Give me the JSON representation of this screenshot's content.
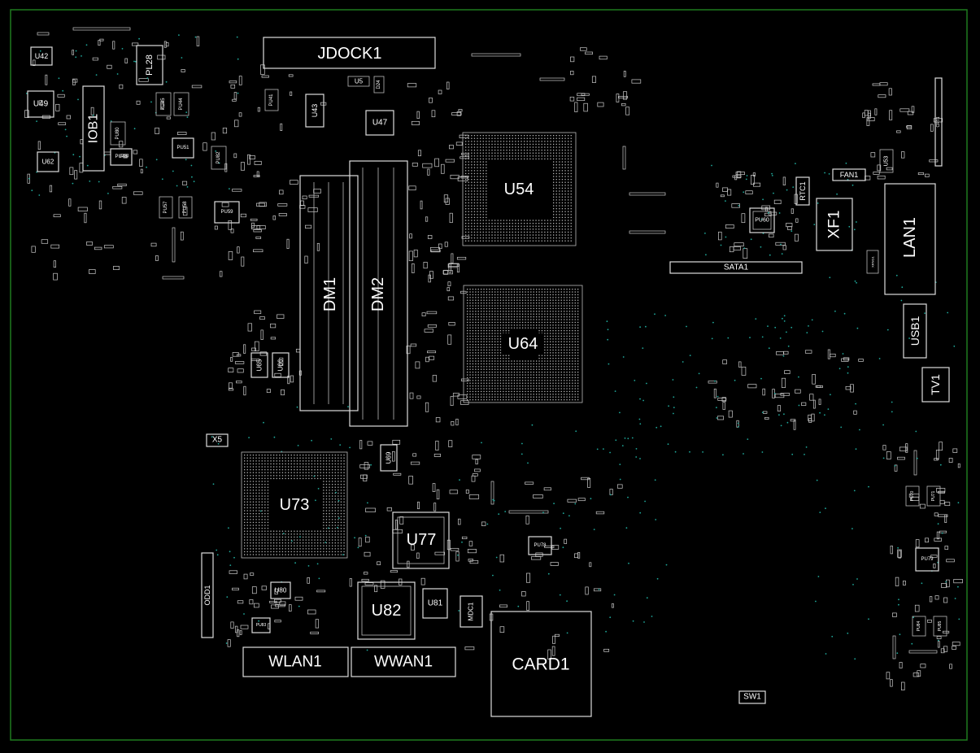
{
  "board": {
    "edge_color": "#1f7a1f",
    "background": "#000000",
    "silkscreen_color": "#ffffff",
    "via_color": "#1fa89a"
  },
  "labels": {
    "jdock1": "JDOCK1",
    "u5": "U5",
    "d24": "D24",
    "u42": "U42",
    "pl28": "PL28",
    "u49": "U49",
    "iob1": "IOB1",
    "u62": "U62",
    "pu80": "PU80",
    "pu48": "PU48",
    "pu45": "PU45",
    "pu44": "PU44",
    "pu51": "PU51",
    "pu82": "PU82",
    "pu57": "PU57",
    "pu58": "PU58",
    "pu59": "PU59",
    "pu41": "PU41",
    "u43": "U43",
    "u47": "U47",
    "u54": "U54",
    "dm1": "DM1",
    "dm2": "DM2",
    "u64": "U64",
    "u65": "U65",
    "u66": "U66",
    "sata1": "SATA1",
    "pu60": "PU60",
    "rtc1": "RTC1",
    "xf1": "XF1",
    "fan1": "FAN1",
    "u53": "U53",
    "lan1": "LAN1",
    "crt1": "CRT1",
    "xrng1": "XRNG1",
    "usb1": "USB1",
    "tv1": "TV1",
    "x5": "X5",
    "u73": "U73",
    "u69": "U69",
    "u77": "U77",
    "pu78": "PU78",
    "odd1": "ODD1",
    "u80": "U80",
    "pu83": "PU83",
    "u82": "U82",
    "u81": "U81",
    "mdc1": "MDC1",
    "wlan1": "WLAN1",
    "wwan1": "WWAN1",
    "card1": "CARD1",
    "sw1": "SW1",
    "pu70": "PU70",
    "pu71": "PU71",
    "pu79": "PU79",
    "pu84": "PU84",
    "pu85": "PU85"
  }
}
